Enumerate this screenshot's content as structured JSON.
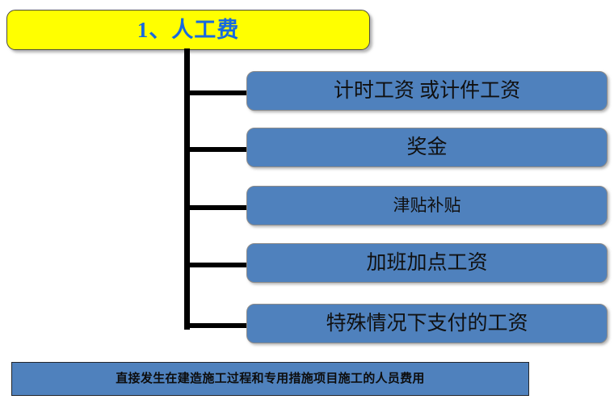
{
  "diagram": {
    "root": {
      "label": "1、人工费",
      "fill_color": "#ffff00",
      "text_color": "#1769e0",
      "border_color": "#4a4a42"
    },
    "children": [
      {
        "label": "计时工资 或计件工资",
        "fill_color": "#4f81bd",
        "text_color": "#101010"
      },
      {
        "label": "奖金",
        "fill_color": "#4f81bd",
        "text_color": "#101010"
      },
      {
        "label": "津贴补贴",
        "fill_color": "#4f81bd",
        "text_color": "#101010"
      },
      {
        "label": "加班加点工资",
        "fill_color": "#4f81bd",
        "text_color": "#101010"
      },
      {
        "label": "特殊情况下支付的工资",
        "fill_color": "#4f81bd",
        "text_color": "#101010"
      }
    ],
    "footer": {
      "label": "直接发生在建造施工过程和专用措施项目施工的人员费用",
      "fill_color": "#4f81bd",
      "text_color": "#0d0d0d",
      "border_color": "#23262b"
    },
    "connector_color": "#000000"
  }
}
